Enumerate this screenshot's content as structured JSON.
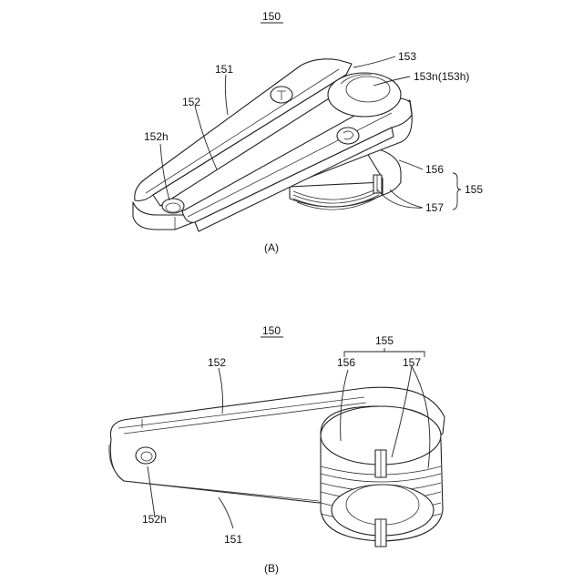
{
  "figure_a": {
    "title": "150",
    "caption": "(A)",
    "labels": {
      "body": "151",
      "plate": "152",
      "hole": "152h",
      "cap": "153",
      "cap_notch": "153n(153h)",
      "ring_outer": "156",
      "ring_slit": "157",
      "group": "155"
    }
  },
  "figure_b": {
    "title": "150",
    "caption": "(B)",
    "labels": {
      "group": "155",
      "plate": "152",
      "ring_outer": "156",
      "ring_slit": "157",
      "hole": "152h",
      "body": "151"
    }
  }
}
